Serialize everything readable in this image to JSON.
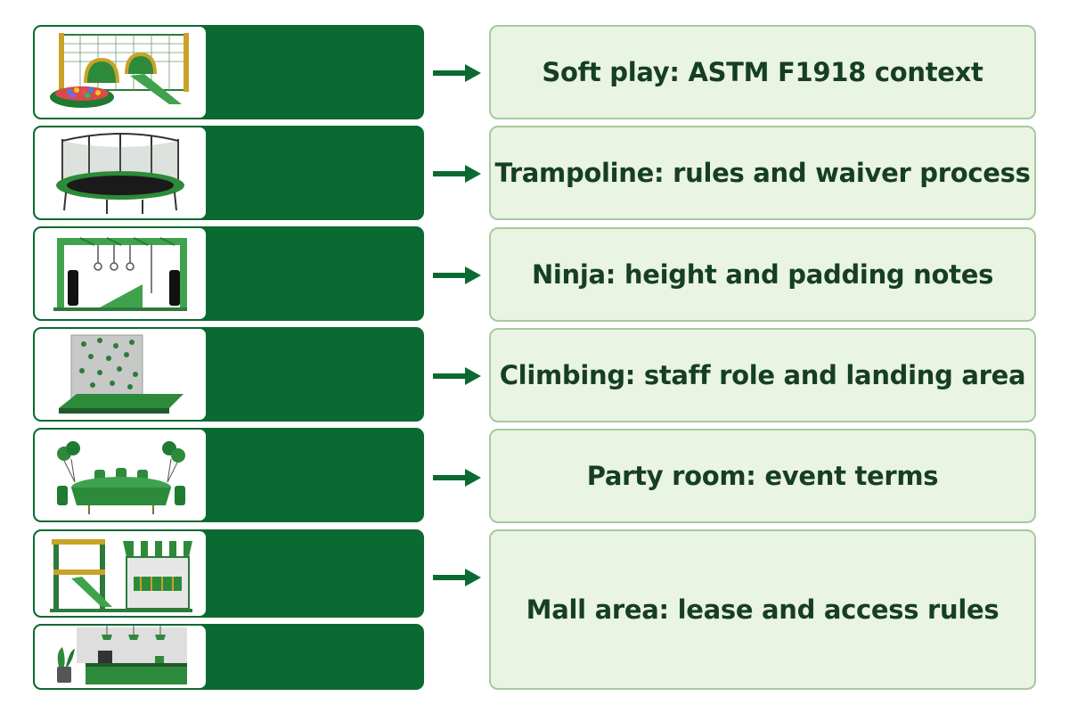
{
  "colors": {
    "card": "#0b6a31",
    "note_fill": "#e9f4e3",
    "note_border": "#a7c99c",
    "text": "#163f20",
    "arrow": "#0b6a31"
  },
  "zones": [
    {
      "icon": "soft-play-icon"
    },
    {
      "icon": "trampoline-icon"
    },
    {
      "icon": "ninja-course-icon"
    },
    {
      "icon": "climbing-wall-icon"
    },
    {
      "icon": "party-room-icon"
    },
    {
      "icon": "mall-playhouse-icon"
    },
    {
      "icon": "cafe-counter-icon"
    }
  ],
  "notes": [
    {
      "label": "Soft play: ASTM F1918 context"
    },
    {
      "label": "Trampoline: rules and waiver process"
    },
    {
      "label": "Ninja: height and padding notes"
    },
    {
      "label": "Climbing: staff role and landing area"
    },
    {
      "label": "Party room: event terms"
    },
    {
      "label": "Mall area: lease and access rules"
    }
  ]
}
